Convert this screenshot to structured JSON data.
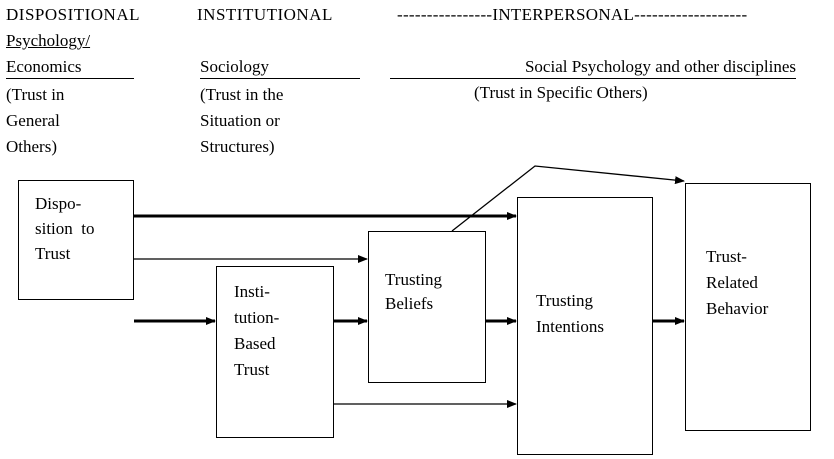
{
  "header": {
    "dispositional": "DISPOSITIONAL",
    "institutional": "INSTITUTIONAL",
    "interpersonal": "----------------INTERPERSONAL-------------------"
  },
  "columns": {
    "psych": {
      "title_line1": "Psychology/",
      "title_line2": "Economics",
      "desc": "(Trust in\nGeneral\nOthers)"
    },
    "soc": {
      "title": "Sociology",
      "desc": "(Trust in the\nSituation or\nStructures)"
    },
    "socpsych": {
      "title": "Social Psychology and other disciplines",
      "desc": "(Trust in Specific Others)"
    }
  },
  "boxes": {
    "disposition": "Dispo-\nsition  to\nTrust",
    "institution": "Insti-\ntution-\nBased\nTrust",
    "beliefs": "Trusting\nBeliefs",
    "intentions": "Trusting\nIntentions",
    "behavior": "Trust-\nRelated\nBehavior"
  }
}
